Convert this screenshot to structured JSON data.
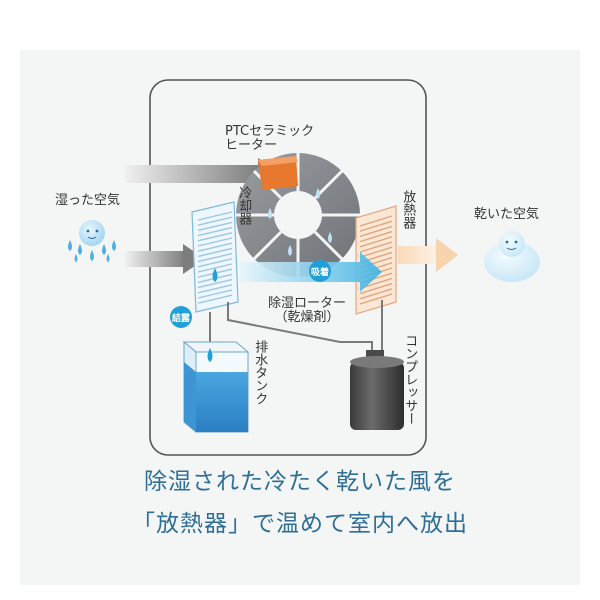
{
  "labels": {
    "ptc_line1": "PTCセラミック",
    "ptc_line2": "ヒーター",
    "humid_air": "湿った空気",
    "cooler": "冷却器",
    "radiator": "放熱器",
    "dry_air": "乾いた空気",
    "rotor_line1": "除湿ローター",
    "rotor_line2": "（乾燥剤）",
    "condensation": "結露",
    "adsorption": "吸着",
    "drain_tank": "排水タンク",
    "compressor": "コンプレッサー"
  },
  "caption": {
    "line1": "除湿された冷たく乾いた風を",
    "line2": "「放熱器」で温めて室内へ放出"
  },
  "colors": {
    "caption": "#2e6f98",
    "water_blue": "#1fa0d8",
    "heater_orange": "#e8782e",
    "radiator_orange": "#f3c8a8",
    "gray_arrow": "#8c8c8c"
  }
}
